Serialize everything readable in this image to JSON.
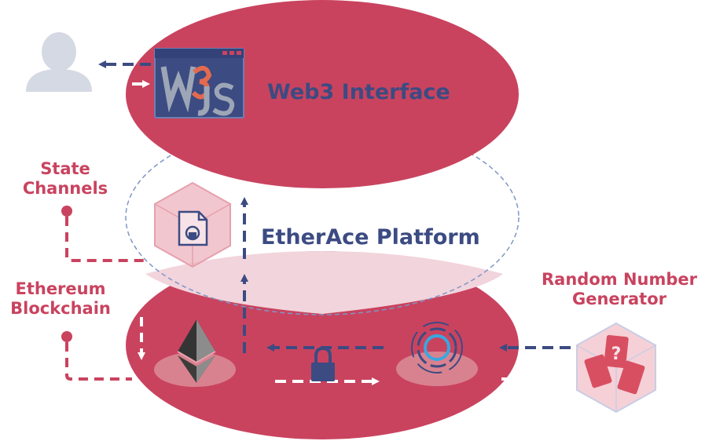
{
  "colors": {
    "crimson": "#c9435f",
    "navy": "#3c4b82",
    "pale_pink": "#f2d4dc",
    "ellipse_outline": "#7f96c6",
    "label_pink": "#c9435f",
    "label_navy": "#3c4b82",
    "user_gray": "#d5d9e3",
    "hex_pink": "#eeb3bd"
  },
  "web3": {
    "title": "Web3 Interface",
    "logo_text": "W3JS"
  },
  "platform": {
    "title": "EtherAce Platform"
  },
  "labels": {
    "state_channels": "State\nChannels",
    "ethereum_blockchain": "Ethereum\nBlockchain",
    "random_number_generator": "Random Number\nGenerator"
  },
  "icons": {
    "user": "user-icon",
    "web3js": "web3js-logo",
    "contract_doc": "locked-document-icon",
    "ethereum": "ethereum-icon",
    "oracle": "ring-node-icon",
    "lock": "padlock-icon",
    "cards": "playing-cards-icon"
  }
}
